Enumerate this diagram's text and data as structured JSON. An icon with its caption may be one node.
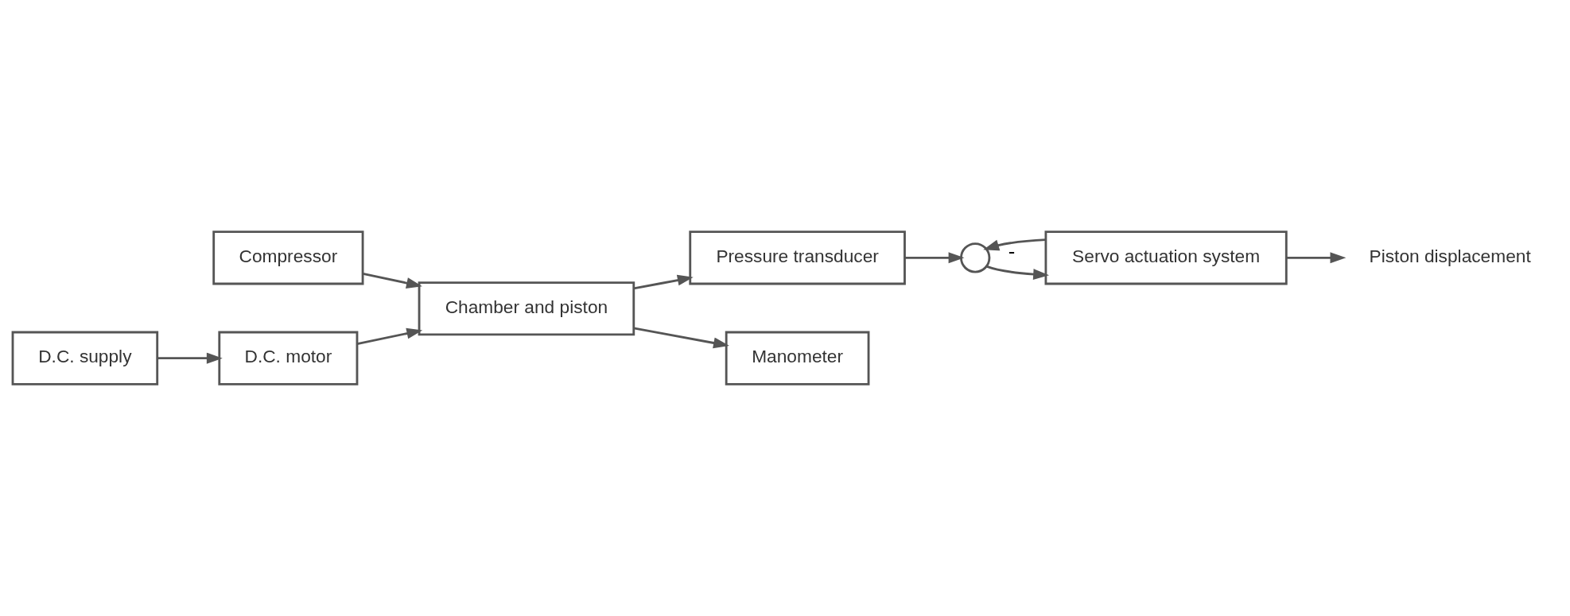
{
  "diagram": {
    "nodes": [
      {
        "text": [
          "Compressor"
        ]
      },
      {
        "text": [
          "Chamber and piston"
        ]
      },
      {
        "text": [
          "Pressure transducer"
        ]
      },
      {
        "text": [
          "Manometer"
        ]
      },
      {
        "text": [
          "D.C. motor"
        ]
      },
      {
        "text": [
          "D.C. supply"
        ]
      },
      {
        "text": [],
        "shape": "circle"
      },
      {
        "text": [
          "Servo actuation system"
        ]
      },
      {
        "text": [
          "Piston displacement"
        ]
      }
    ],
    "edges": [
      {
        "from": 0,
        "to": 1,
        "arrow": "to"
      },
      {
        "from": 5,
        "to": 4,
        "arrow": "to"
      },
      {
        "from": 4,
        "to": 1,
        "arrow": "to"
      },
      {
        "from": 1,
        "to": 2,
        "arrow": "to"
      },
      {
        "from": 1,
        "to": 3,
        "arrow": "to"
      },
      {
        "from": 2,
        "to": 6,
        "arrow": "to"
      },
      {
        "from": 6,
        "to": 7,
        "arrow": "to"
      },
      {
        "from": 7,
        "to": 8,
        "arrow": "to"
      },
      {
        "from": 7,
        "to": 6,
        "arrow": "to",
        "label": "-"
      }
    ]
  }
}
